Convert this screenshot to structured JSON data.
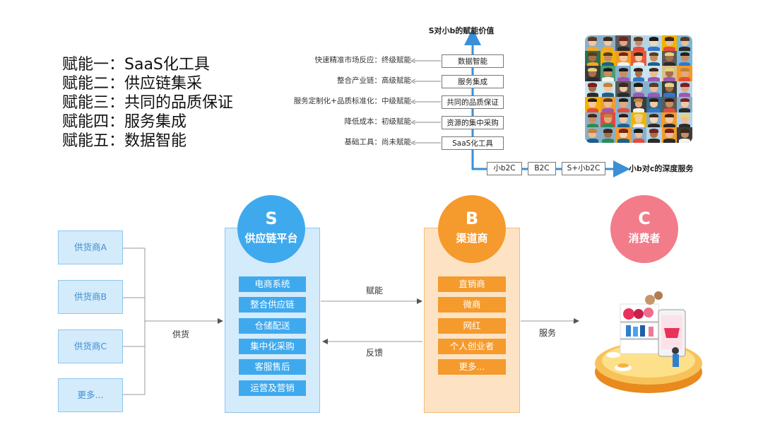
{
  "empowerment_list": [
    "赋能一：SaaS化工具",
    "赋能二：供应链集采",
    "赋能三：共同的品质保证",
    "赋能四：服务集成",
    "赋能五：数据智能"
  ],
  "framework": {
    "title": "S对小b的赋能价值",
    "levels": [
      {
        "box": "数据智能",
        "label": "快速精准市场反应：终级赋能"
      },
      {
        "box": "服务集成",
        "label": "整合产业链：高级赋能"
      },
      {
        "box": "共同的品质保证",
        "label": "服务定制化+品质标准化：中级赋能"
      },
      {
        "box": "资源的集中采购",
        "label": "降低成本：初级赋能"
      },
      {
        "box": "SaaS化工具",
        "label": "基础工具：尚未赋能"
      }
    ],
    "horizontal": [
      "小b2C",
      "B2C",
      "S+小b2C"
    ],
    "horizontal_end": "小b对c的深度服务"
  },
  "suppliers": [
    "供货商A",
    "供货商B",
    "供货商C",
    "更多..."
  ],
  "supply_label": "供货",
  "s_node": {
    "letter": "S",
    "title": "供应链平台",
    "items": [
      "电商系统",
      "整合供应链",
      "仓储配送",
      "集中化采购",
      "客服售后",
      "运营及营销"
    ]
  },
  "b_node": {
    "letter": "B",
    "title": "渠道商",
    "items": [
      "直销商",
      "微商",
      "网红",
      "个人创业者",
      "更多..."
    ]
  },
  "c_node": {
    "letter": "C",
    "title": "消费者"
  },
  "flow_labels": {
    "empower": "赋能",
    "feedback": "反馈",
    "service": "服务"
  },
  "colors": {
    "blue": "#3fa9ee",
    "orange": "#f59a2c",
    "pink": "#f27c8a",
    "light_blue": "#d4ebfb",
    "light_orange": "#fde3c4",
    "arrow_blue": "#3a8fd6"
  }
}
